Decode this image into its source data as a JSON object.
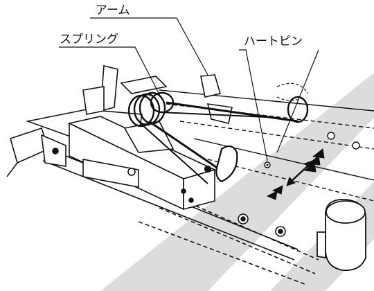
{
  "labels": {
    "arm": "アーム",
    "spring": "スプリング",
    "heart_pin": "ハートピン"
  },
  "colors": {
    "ink": "#111111",
    "band": "#d9d9d9",
    "background": "#ffffff"
  }
}
